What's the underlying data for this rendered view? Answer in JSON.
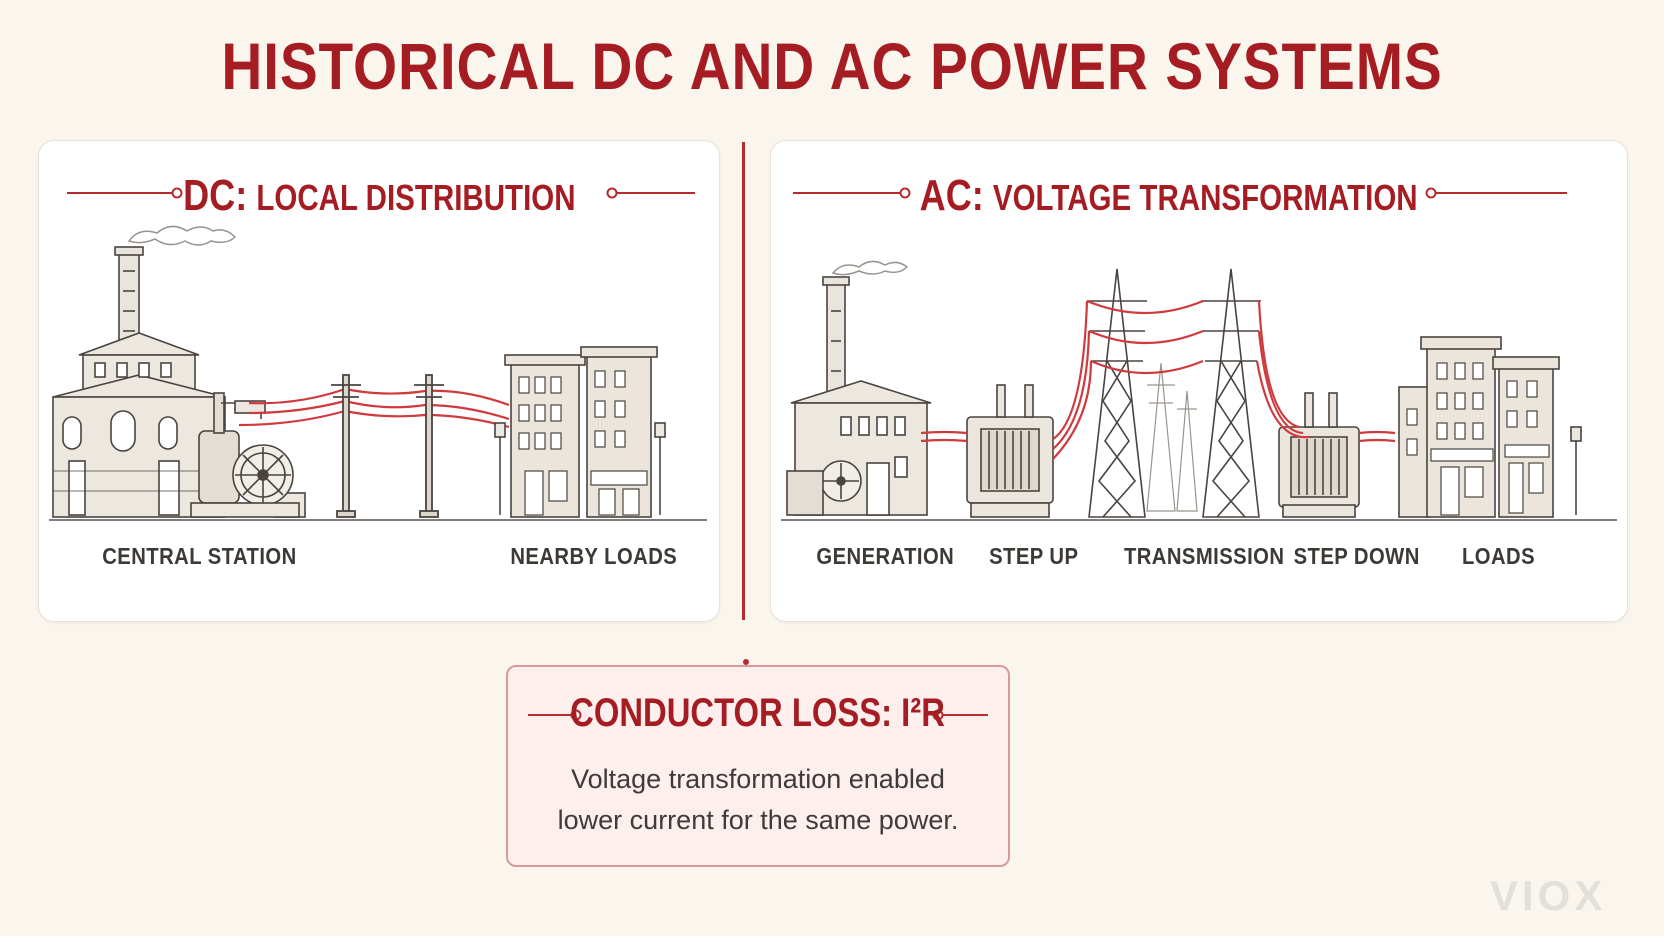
{
  "title": "HISTORICAL DC AND AC POWER SYSTEMS",
  "dc_panel": {
    "title_lead": "DC:",
    "title_rest": "LOCAL DISTRIBUTION",
    "labels": [
      "CENTRAL STATION",
      "NEARBY LOADS"
    ]
  },
  "ac_panel": {
    "title_lead": "AC:",
    "title_rest": "VOLTAGE TRANSFORMATION",
    "labels": [
      "GENERATION",
      "STEP UP",
      "TRANSMISSION",
      "STEP DOWN",
      "LOADS"
    ]
  },
  "loss_box": {
    "title": "CONDUCTOR LOSS: I²R",
    "text_line1": "Voltage transformation enabled",
    "text_line2": "lower current for the same power."
  },
  "watermark": "VIOX",
  "colors": {
    "accent": "#a51d22",
    "wire": "#d03a3e",
    "background": "#faf6ee",
    "ink": "#3d3935"
  }
}
